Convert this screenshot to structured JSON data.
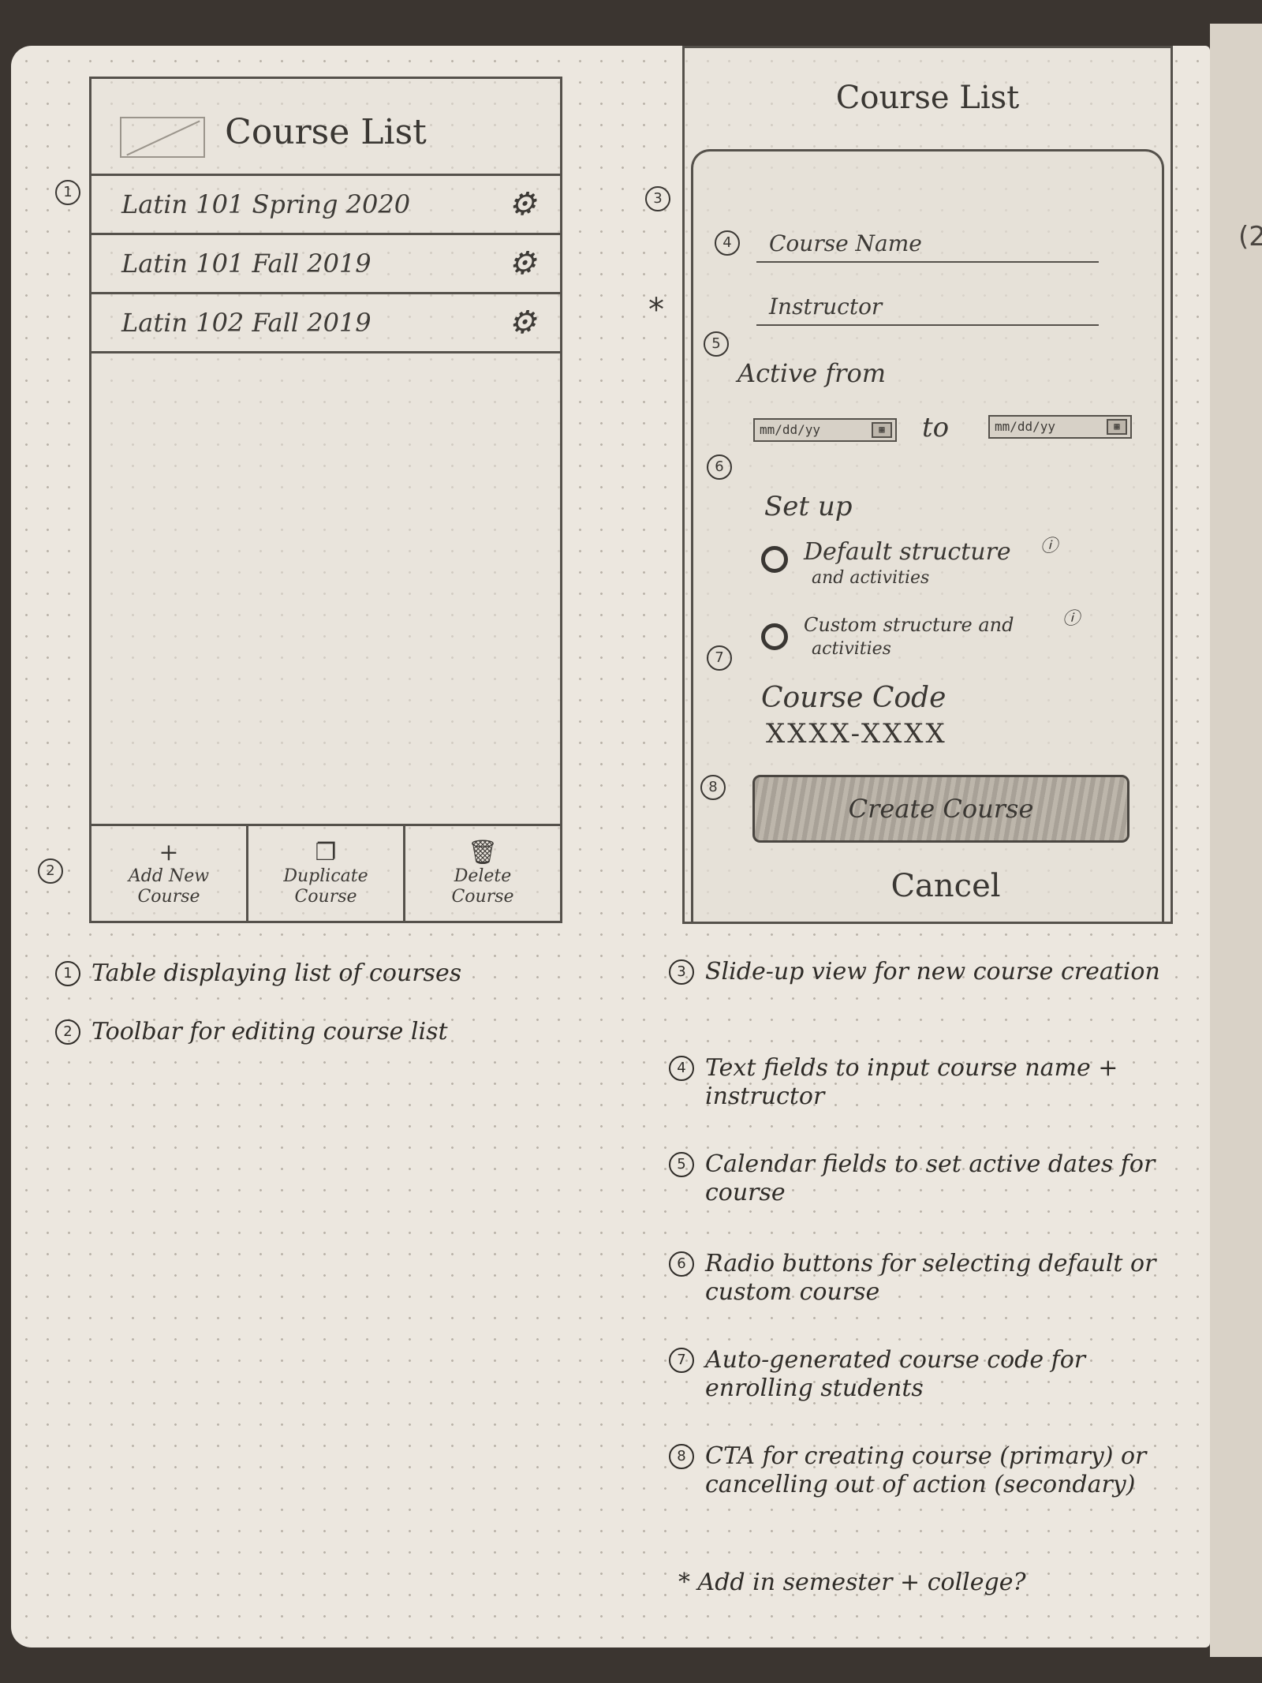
{
  "course_list_screen": {
    "title": "Course List",
    "callout_table": "1",
    "callout_toolbar": "2",
    "courses": [
      {
        "name": "Latin 101 Spring 2020"
      },
      {
        "name": "Latin 101 Fall 2019"
      },
      {
        "name": "Latin 102 Fall 2019"
      }
    ],
    "toolbar": [
      {
        "icon": "+",
        "label_line1": "Add New",
        "label_line2": "Course"
      },
      {
        "icon": "❐",
        "label_line1": "Duplicate",
        "label_line2": "Course"
      },
      {
        "icon": "🗑",
        "label_line1": "Delete",
        "label_line2": "Course"
      }
    ]
  },
  "new_course_screen": {
    "title": "Course List",
    "callouts": {
      "sheet": "3",
      "text_fields": "4",
      "dates": "5",
      "setup": "6",
      "code": "7",
      "cta": "8"
    },
    "star": "*",
    "course_name_label": "Course Name",
    "instructor_label": "Instructor",
    "active_from_label": "Active from",
    "to_label": "to",
    "date_placeholder": "mm/dd/yy",
    "setup_label": "Set up",
    "radio_options": [
      {
        "line1": "Default structure",
        "line2": "and activities",
        "info": "ⓘ"
      },
      {
        "line1": "Custom structure and",
        "line2": "activities",
        "info": "ⓘ"
      }
    ],
    "course_code_label": "Course Code",
    "course_code_value": "XXXX-XXXX",
    "create_button": "Create Course",
    "cancel_button": "Cancel"
  },
  "notes_left": [
    {
      "num": "1",
      "text": "Table displaying list of courses"
    },
    {
      "num": "2",
      "text": "Toolbar for editing course list"
    }
  ],
  "notes_right": [
    {
      "num": "3",
      "text": "Slide-up view for new course creation"
    },
    {
      "num": "4",
      "text": "Text fields to input course name + instructor"
    },
    {
      "num": "5",
      "text": "Calendar fields to set active dates for course"
    },
    {
      "num": "6",
      "text": "Radio buttons for selecting default or custom course"
    },
    {
      "num": "7",
      "text": "Auto-generated course code for enrolling students"
    },
    {
      "num": "8",
      "text": "CTA for creating course (primary) or cancelling out of action (secondary)"
    }
  ],
  "star_note": "* Add in semester + college?",
  "right_page_mark": "(2"
}
